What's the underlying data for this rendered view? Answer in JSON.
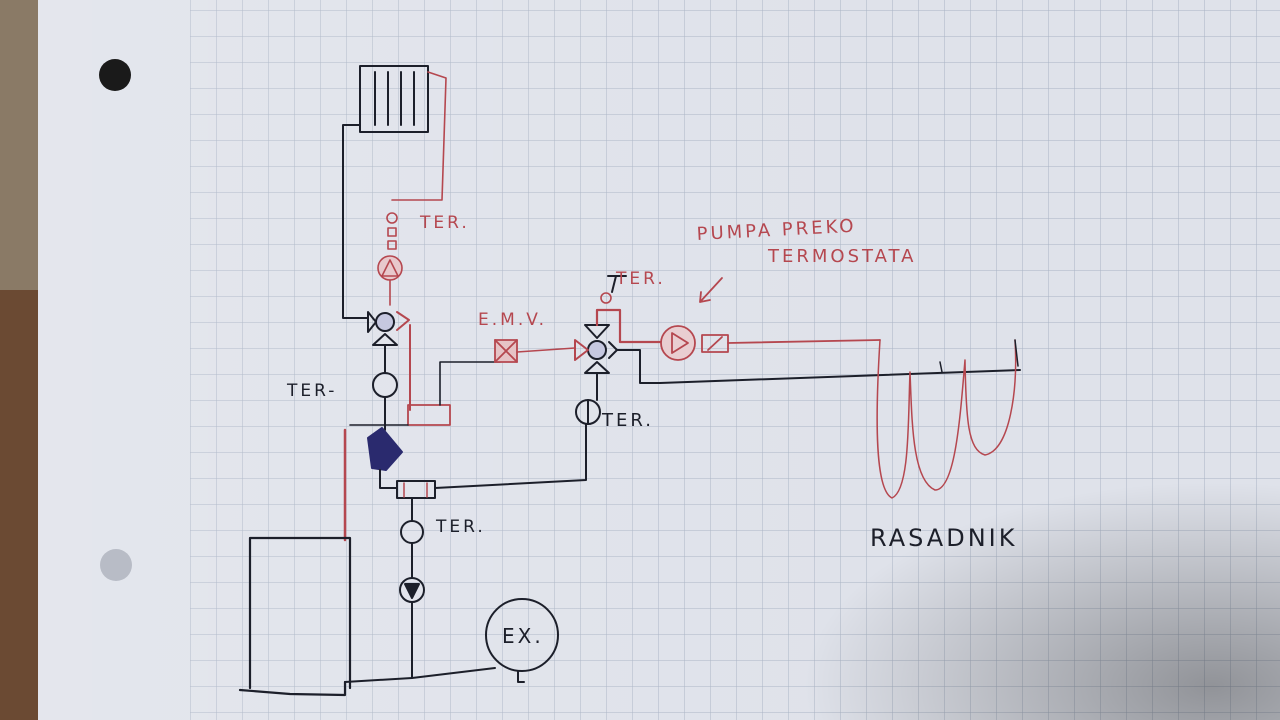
{
  "diagram": {
    "labels": {
      "ter_top": "TER.",
      "ter_left": "TER-",
      "emv": "E.M.V.",
      "ter_right_top": "TER.",
      "ter_right_bottom": "TER.",
      "ter_bottom": "TER.",
      "pump_note_line1": "PUMPA PREKO",
      "pump_note_line2": "TERMOSTATA",
      "rasadnik": "RASADNIK",
      "expansion": "EX."
    },
    "colors": {
      "paper": "#dfe2ea",
      "grid": "#a9b3c4",
      "ink_black": "#1c1f2a",
      "ink_red": "#b5474f",
      "ink_blue": "#2a2a6e"
    }
  }
}
